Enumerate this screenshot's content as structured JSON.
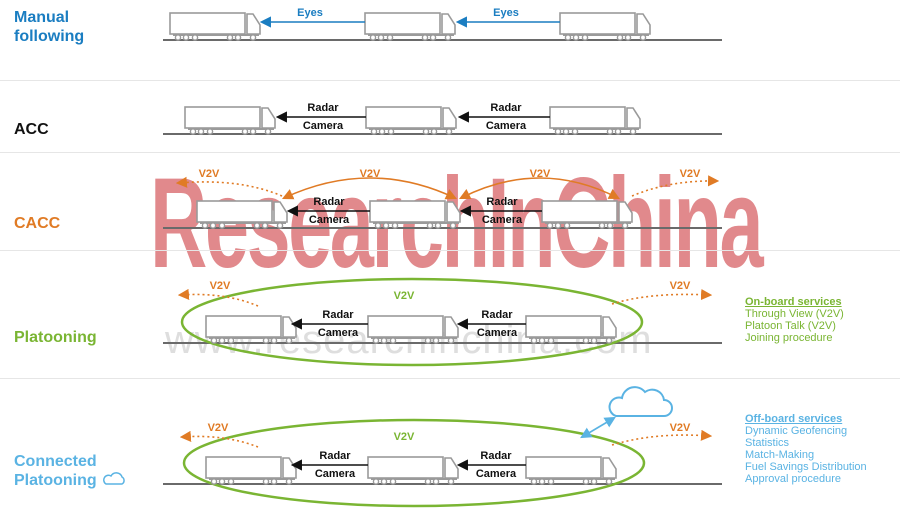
{
  "colors": {
    "manual": "#1a7dc1",
    "acc": "#111111",
    "cacc": "#e07b25",
    "platooning": "#7ab533",
    "connected": "#5ab3e3",
    "arrow": "#111111",
    "truck": "#9a9a9a",
    "road": "#6a6a6a",
    "ellipse": "#7ab533",
    "cloud": "#5ab3e3",
    "watermark_red": "#c8282d"
  },
  "rows": {
    "manual": {
      "label_line1": "Manual",
      "label_line2": "following",
      "arrow_labels": [
        "Eyes",
        "Eyes"
      ]
    },
    "acc": {
      "label": "ACC",
      "sensor_top": "Radar",
      "sensor_bottom": "Camera"
    },
    "cacc": {
      "label": "CACC",
      "v2v": "V2V",
      "sensor_top": "Radar",
      "sensor_bottom": "Camera"
    },
    "platooning": {
      "label": "Platooning",
      "v2v": "V2V",
      "sensor_top": "Radar",
      "sensor_bottom": "Camera",
      "services_header": "On-board services",
      "services": [
        "Through View (V2V)",
        "Platoon Talk (V2V)",
        "Joining procedure"
      ]
    },
    "connected": {
      "label_line1": "Connected",
      "label_line2": "Platooning",
      "v2v": "V2V",
      "sensor_top": "Radar",
      "sensor_bottom": "Camera",
      "services_header": "Off-board services",
      "services": [
        "Dynamic Geofencing",
        "Statistics",
        "Match-Making",
        "Fuel Savings Distribution",
        "Approval procedure"
      ]
    }
  },
  "watermark": {
    "text": "ResearchInChina",
    "url": "www.researchinchina.com"
  },
  "icons": {
    "cloud": "cloud-icon",
    "small_cloud": "cloud-icon"
  }
}
